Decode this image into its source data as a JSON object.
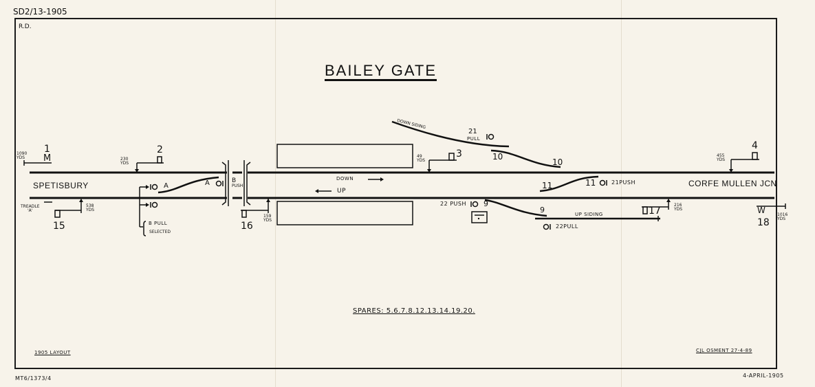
{
  "header": {
    "ref": "SD2/13-1905",
    "initials": "R.D.",
    "title": "BAILEY  GATE"
  },
  "stations": {
    "left": "SPETISBURY",
    "right": "CORFE MULLEN JCN"
  },
  "directions": {
    "down": "DOWN",
    "up": "UP"
  },
  "signals": {
    "s1": "1",
    "s2": "2",
    "s3": "3",
    "s4": "4",
    "s15": "15",
    "s16": "16",
    "s17": "17",
    "s18": "18",
    "s1_glyph": "M",
    "s18_glyph": "W"
  },
  "distances": {
    "d1": "1090",
    "d2": "230",
    "d3": "49",
    "d4": "455",
    "d15": "538",
    "d16": "159",
    "d17": "216",
    "d18": "1016",
    "unit": "YDS"
  },
  "labels": {
    "treadle": "TREADLE",
    "treadle_id": "'A'",
    "ground_10a": "A",
    "point_a": "A",
    "b_push_b": "B",
    "b_push": "PUSH",
    "b_pull": "B PULL",
    "selected": "SELECTED",
    "down_siding": "DOWN SIDING",
    "pull21_num": "21",
    "pull21": "PULL",
    "lever10_a": "10",
    "lever10_b": "10",
    "lever11_a": "11",
    "lever11_b": "11",
    "push21": "21PUSH",
    "push22": "22 PUSH",
    "lever9_a": "9",
    "lever9_b": "9",
    "up_siding": "UP SIDING",
    "pull22": "22PULL"
  },
  "footer": {
    "spares": "SPARES: 5.6.7.8.12.13.14.19.20.",
    "layout": "1905 LAYOUT",
    "author": "CJL OSMENT  27-4-89",
    "archive_ref": "MT6/1373/4",
    "date": "4-APRIL-1905"
  },
  "colors": {
    "paper": "#f7f3ea",
    "ink": "#111111"
  }
}
